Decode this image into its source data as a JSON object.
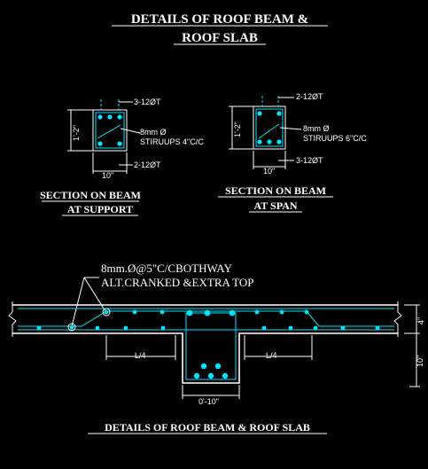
{
  "title": {
    "line1": "DETAILS OF ROOF BEAM &",
    "line2": "ROOF SLAB"
  },
  "section_support": {
    "top_bars": "3-12ØT",
    "bottom_bars": "2-12ØT",
    "stirrup_line1": "8mm Ø",
    "stirrup_line2": "STIRUUPS 4\"C/C",
    "depth": "1'-2\"",
    "width": "10\"",
    "caption_line1": "SECTION ON BEAM",
    "caption_line2": "AT SUPPORT"
  },
  "section_span": {
    "top_bars": "2-12ØT",
    "bottom_bars": "3-12ØT",
    "stirrup_line1": "8mm Ø",
    "stirrup_line2": "STIRUUPS 6\"C/C",
    "depth": "1'-2\"",
    "width": "10\"",
    "caption_line1": "SECTION ON BEAM",
    "caption_line2": "AT SPAN"
  },
  "slab": {
    "note_line1": "8mm.Ø@5\"C/CBOTHWAY",
    "note_line2": "ALT.CRANKED &EXTRA TOP",
    "left_length": "L/4",
    "right_length": "L/4",
    "beam_width": "0'-10\"",
    "slab_thickness": "4\"",
    "beam_drop": "10\"",
    "caption": "DETAILS OF ROOF BEAM & ROOF SLAB"
  },
  "colors": {
    "background": "#000000",
    "linework": "#ffffff",
    "reinforcement": "#00e5ff"
  }
}
